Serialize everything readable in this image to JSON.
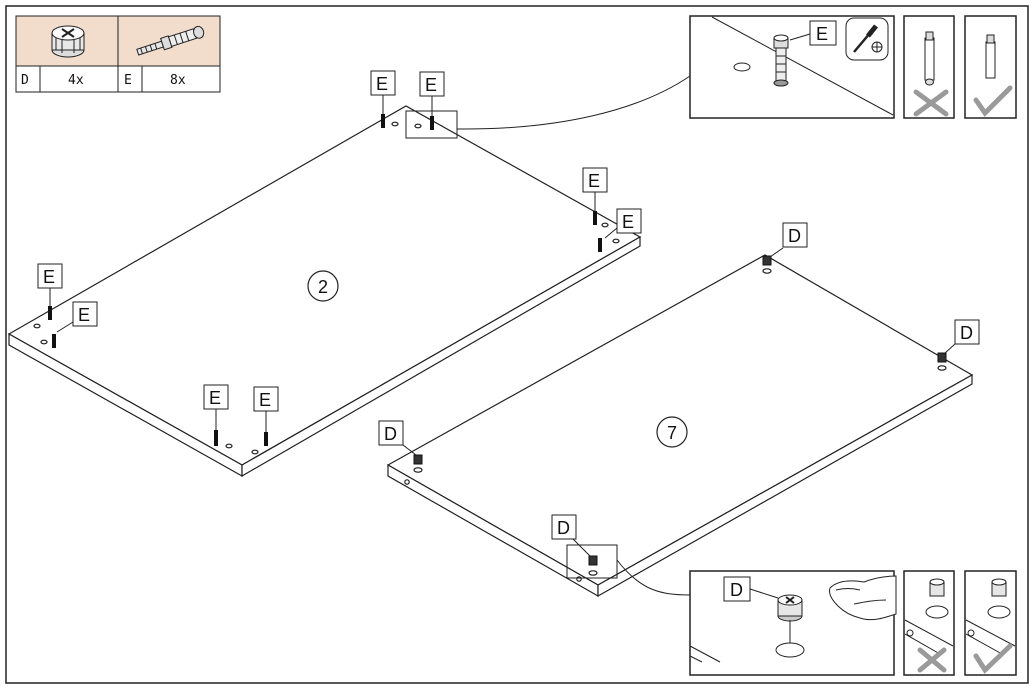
{
  "legend": {
    "items": [
      {
        "code": "D",
        "qty": "4x",
        "icon": "cam-lock-icon",
        "color": "#f2dccb"
      },
      {
        "code": "E",
        "qty": "8x",
        "icon": "cam-bolt-icon",
        "color": "#f2dccb"
      }
    ]
  },
  "panels": [
    {
      "number": "2",
      "part": "top-panel"
    },
    {
      "number": "7",
      "part": "bottom-panel"
    }
  ],
  "callouts": {
    "e_label": "E",
    "d_label": "D"
  },
  "details": {
    "bolt_detail_label": "E",
    "cam_detail_label": "D",
    "tool": "screwdriver-icon",
    "wrong_mark": "cross-mark-icon",
    "right_mark": "check-mark-icon",
    "mark_color": "#9a9a9a"
  }
}
